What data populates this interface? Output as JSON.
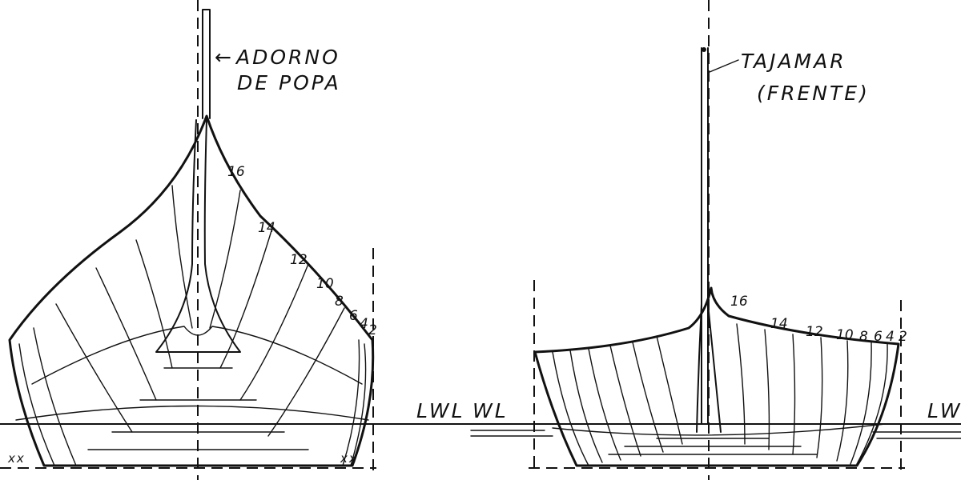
{
  "stern_view": {
    "ornament_label_line1": "ADORNO",
    "ornament_label_line2": "DE POPA",
    "station_numbers": [
      "16",
      "14",
      "12",
      "10",
      "8",
      "6",
      "4",
      "2"
    ],
    "side_marks_left": "xx",
    "side_marks_right": "xx"
  },
  "bow_view": {
    "stem_label_line1": "TAJAMAR",
    "stem_label_line2": "(FRENTE)",
    "station_numbers": [
      "16",
      "14",
      "12",
      "10",
      "8",
      "6",
      "4",
      "2"
    ]
  },
  "waterline": {
    "label_lwl": "LWL",
    "label_wl": "WL",
    "label_right_partial": "LW"
  }
}
